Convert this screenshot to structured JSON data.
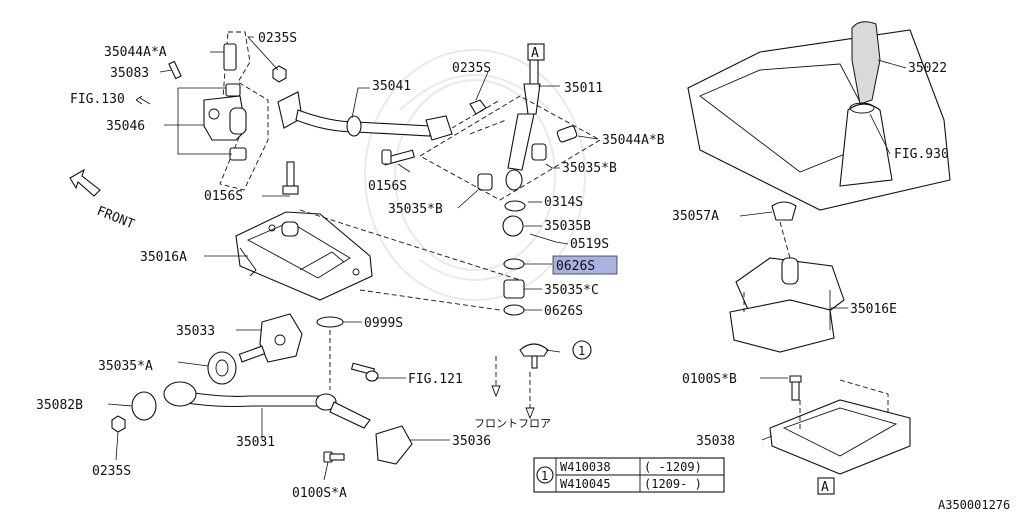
{
  "parts": {
    "p35044A_A": "35044A*A",
    "p35083": "35083",
    "fig130": "FIG.130",
    "p35046": "35046",
    "p0235S_top": "0235S",
    "p0156S_left": "0156S",
    "p35041": "35041",
    "p0235S_mid": "0235S",
    "p0156S_mid": "0156S",
    "p35011": "35011",
    "p35044A_B": "35044A*B",
    "p35035_B_right": "35035*B",
    "p35035_B_left": "35035*B",
    "p0314S": "0314S",
    "p35035B": "35035B",
    "p0519S": "0519S",
    "p0626S_hl": "0626S",
    "p35035_C": "35035*C",
    "p0626S_low": "0626S",
    "p0999S": "0999S",
    "p35016A": "35016A",
    "p35033": "35033",
    "p35035_A": "35035*A",
    "p35082B": "35082B",
    "p0235S_bottom": "0235S",
    "p35031": "35031",
    "p35036": "35036",
    "p0100S_A": "0100S*A",
    "fig121": "FIG.121",
    "p35022": "35022",
    "fig930": "FIG.930",
    "p35057A": "35057A",
    "p35016E": "35016E",
    "p0100S_B": "0100S*B",
    "p35038": "35038"
  },
  "front_label": "FRONT",
  "front_floor_label": "フロントフロア",
  "ref_box_top": "A",
  "ref_box_bottom": "A",
  "callout_num": "1",
  "part_table": {
    "callout": "1",
    "rows": [
      {
        "part": "W410038",
        "range": "( -1209)"
      },
      {
        "part": "W410045",
        "range": "(1209- )"
      }
    ]
  },
  "diagram_id": "A350001276",
  "colors": {
    "highlight": "#a9b2e0",
    "line": "#111111"
  }
}
